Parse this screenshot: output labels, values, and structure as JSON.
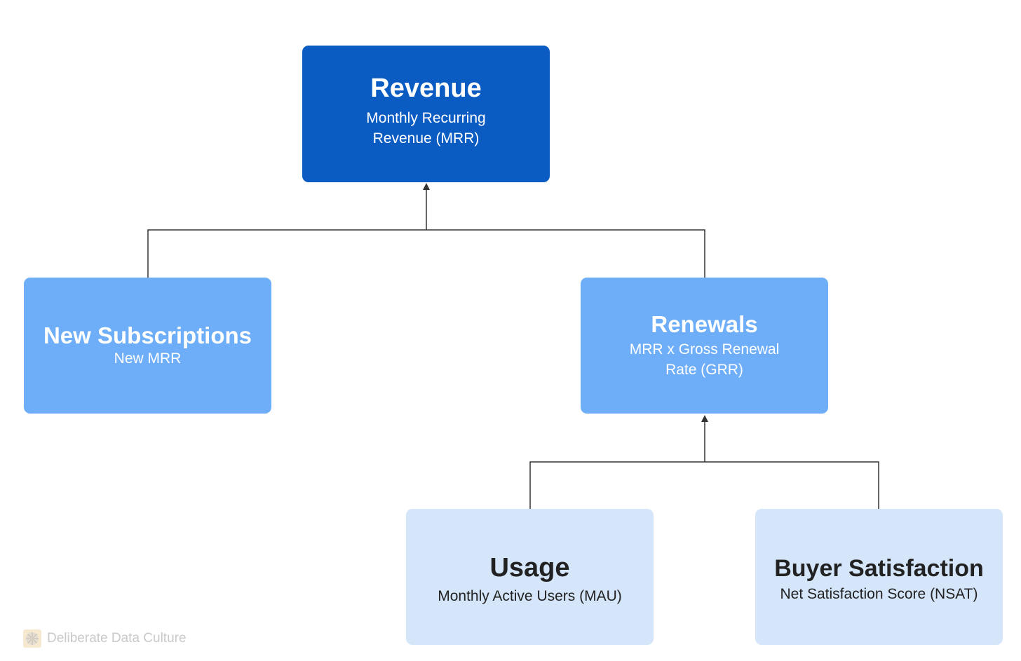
{
  "nodes": {
    "revenue": {
      "title": "Revenue",
      "subtitle": "Monthly Recurring Revenue (MRR)",
      "color": "#0a5bc2"
    },
    "new_subscriptions": {
      "title": "New Subscriptions",
      "subtitle": "New MRR",
      "color": "#6eaef8"
    },
    "renewals": {
      "title": "Renewals",
      "subtitle": "MRR x Gross Renewal Rate (GRR)",
      "color": "#6eaef8"
    },
    "usage": {
      "title": "Usage",
      "subtitle": "Monthly Active Users (MAU)",
      "color": "#d5e6fb"
    },
    "buyer_satisfaction": {
      "title": "Buyer Satisfaction",
      "subtitle": "Net Satisfaction Score (NSAT)",
      "color": "#d5e6fb"
    }
  },
  "edges": [
    {
      "from": "new_subscriptions",
      "to": "revenue"
    },
    {
      "from": "renewals",
      "to": "revenue"
    },
    {
      "from": "usage",
      "to": "renewals"
    },
    {
      "from": "buyer_satisfaction",
      "to": "renewals"
    }
  ],
  "watermark": {
    "text": "Deliberate Data Culture",
    "icon": "flower-logo-icon"
  }
}
